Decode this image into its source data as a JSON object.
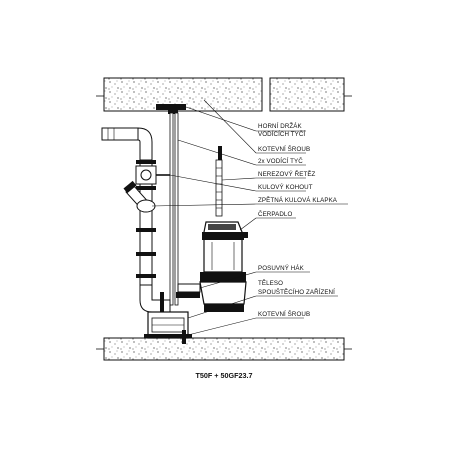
{
  "diagram": {
    "caption": "T50F + 50GF23.7",
    "labels": [
      "HORNÍ DRŽÁK",
      "VODÍCÍCH TYČÍ",
      "KOTEVNÍ ŠROUB",
      "2x VODÍCÍ TYČ",
      "NEREZOVÝ ŘETĚZ",
      "KULOVÝ KOHOUT",
      "ZPĚTNÁ KULOVÁ KLAPKA",
      "ČERPADLO",
      "POSUVNÝ HÁK",
      "TĚLESO",
      "SPOUŠTĚCÍHO ZAŘÍZENÍ",
      "KOTEVNÍ ŠROUB"
    ]
  }
}
